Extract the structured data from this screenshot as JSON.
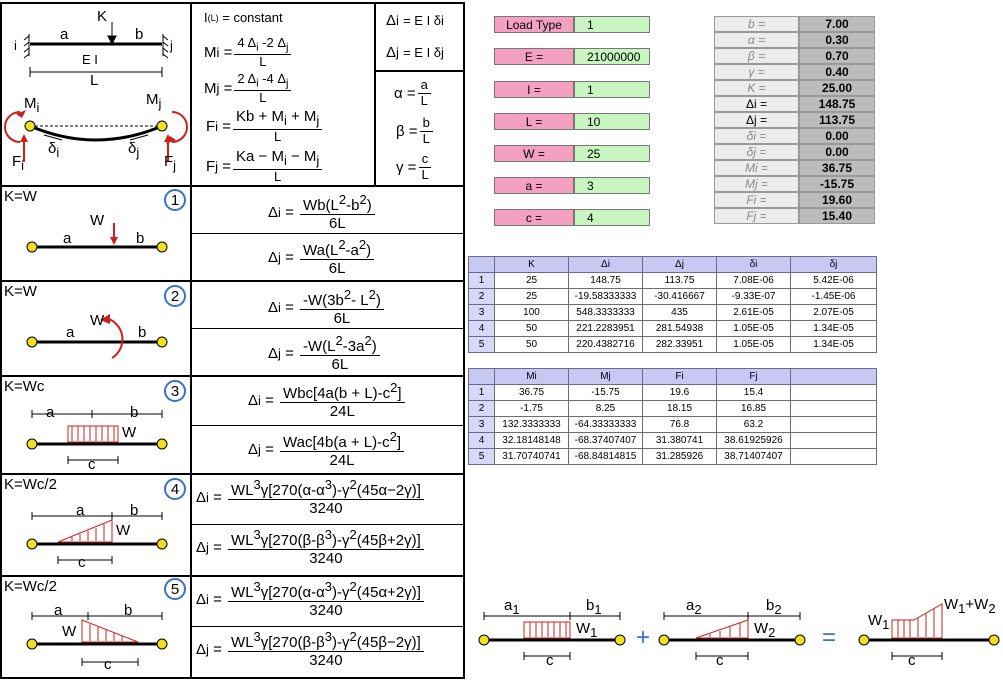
{
  "header": {
    "load_label": "K",
    "a": "a",
    "b": "b",
    "ei": "E I",
    "L": "L",
    "i": "i",
    "j": "j",
    "Mi": "M",
    "Mj": "M",
    "Fi": "F",
    "Fj": "F",
    "di": "δ",
    "dj": "δ",
    "sub_i": "i",
    "sub_j": "j"
  },
  "general": {
    "i_const": "I",
    "i_const_sub": "(L)",
    "i_const_rest": "= constant",
    "Mi_lhs": "M",
    "Mi_num": "4 Δ",
    "Mi_num2": " -2 Δ",
    "Mj_lhs": "M",
    "Mj_num": "2 Δ",
    "Mj_num2": " -4 Δ",
    "Fi_lhs": "F",
    "Fi_num": "Kb + M",
    "Fi_num2": " + M",
    "Fj_lhs": "F",
    "Fj_num": "Ka − M",
    "Fj_num2": " − M",
    "den_L": "L",
    "eq": "=",
    "sub_i": "i",
    "sub_j": "j",
    "di_eq": "Δ",
    "di_rhs": "= E I δ",
    "dj_eq": "Δ",
    "dj_rhs": "= E I δ",
    "alpha": "α =",
    "beta": "β =",
    "gamma": "γ =",
    "alpha_num": "a",
    "beta_num": "b",
    "gamma_num": "c"
  },
  "cases": [
    {
      "num": "1",
      "label": "K=W",
      "w": "W",
      "a": "a",
      "b": "b",
      "di_lhs": "Δ",
      "di_num": "Wb(L",
      "di_num2": "-b",
      "di_num3": ")",
      "di_den": "6L",
      "dj_lhs": "Δ",
      "dj_num": "Wa(L",
      "dj_num2": "-a",
      "dj_num3": ")",
      "dj_den": "6L"
    },
    {
      "num": "2",
      "label": "K=W",
      "w": "W",
      "a": "a",
      "b": "b",
      "di_lhs": "Δ",
      "di_num": "-W(3b",
      "di_num2": "- L",
      "di_num3": ")",
      "di_den": "6L",
      "dj_lhs": "Δ",
      "dj_num": "-W(L",
      "dj_num2": "-3a",
      "dj_num3": ")",
      "dj_den": "6L"
    },
    {
      "num": "3",
      "label": "K=Wc",
      "w": "W",
      "a": "a",
      "b": "b",
      "c": "c",
      "di_lhs": "Δ",
      "di_num": "Wbc[4a(b + L)-c",
      "di_num3": "]",
      "di_den": "24L",
      "dj_lhs": "Δ",
      "dj_num": "Wac[4b(a + L)-c",
      "dj_num3": "]",
      "dj_den": "24L"
    },
    {
      "num": "4",
      "label": "K=Wc/2",
      "w": "W",
      "a": "a",
      "b": "b",
      "c": "c",
      "di_lhs": "Δ",
      "di_num": "WL",
      "di_num2": "γ[270(α-α",
      "di_num3": ")-γ",
      "di_num4": "(45α−2γ)]",
      "di_den": "3240",
      "dj_lhs": "Δ",
      "dj_num": "WL",
      "dj_num2": "γ[270(β-β",
      "dj_num3": ")-γ",
      "dj_num4": "(45β+2γ)]",
      "dj_den": "3240"
    },
    {
      "num": "5",
      "label": "K=Wc/2",
      "w": "W",
      "a": "a",
      "b": "b",
      "c": "c",
      "di_lhs": "Δ",
      "di_num": "WL",
      "di_num2": "γ[270(α-α",
      "di_num3": ")-γ",
      "di_num4": "(45α+2γ)]",
      "di_den": "3240",
      "dj_lhs": "Δ",
      "dj_num": "WL",
      "dj_num2": "γ[270(β-β",
      "dj_num3": ")-γ",
      "dj_num4": "(45β−2γ)]",
      "dj_den": "3240"
    }
  ],
  "inputs": [
    {
      "label": "Load Type",
      "value": "1"
    },
    {
      "label": "E =",
      "value": "21000000"
    },
    {
      "label": "I =",
      "value": "1"
    },
    {
      "label": "L =",
      "value": "10"
    },
    {
      "label": "W =",
      "value": "25"
    },
    {
      "label": "a =",
      "value": "3"
    },
    {
      "label": "c =",
      "value": "4"
    }
  ],
  "results": [
    {
      "label": "b =",
      "value": "7.00",
      "plain": false
    },
    {
      "label": "α =",
      "value": "0.30",
      "plain": false
    },
    {
      "label": "β =",
      "value": "0.70",
      "plain": false
    },
    {
      "label": "γ =",
      "value": "0.40",
      "plain": false
    },
    {
      "label": "K =",
      "value": "25.00",
      "plain": false
    },
    {
      "label": "Δi =",
      "value": "148.75",
      "plain": true
    },
    {
      "label": "Δj =",
      "value": "113.75",
      "plain": true
    },
    {
      "label": "δi =",
      "value": "0.00",
      "plain": false
    },
    {
      "label": "δj =",
      "value": "0.00",
      "plain": false
    },
    {
      "label": "Mi =",
      "value": "36.75",
      "plain": false
    },
    {
      "label": "Mj =",
      "value": "-15.75",
      "plain": false
    },
    {
      "label": "Fi =",
      "value": "19.60",
      "plain": false
    },
    {
      "label": "Fj =",
      "value": "15.40",
      "plain": false
    }
  ],
  "table1": {
    "headers": [
      "",
      "K",
      "Δi",
      "Δj",
      "δi",
      "δj"
    ],
    "rows": [
      [
        "1",
        "25",
        "148.75",
        "113.75",
        "7.08E-06",
        "5.42E-06"
      ],
      [
        "2",
        "25",
        "-19.58333333",
        "-30.416667",
        "-9.33E-07",
        "-1.45E-06"
      ],
      [
        "3",
        "100",
        "548.3333333",
        "435",
        "2.61E-05",
        "2.07E-05"
      ],
      [
        "4",
        "50",
        "221.2283951",
        "281.54938",
        "1.05E-05",
        "1.34E-05"
      ],
      [
        "5",
        "50",
        "220.4382716",
        "282.33951",
        "1.05E-05",
        "1.34E-05"
      ]
    ]
  },
  "table2": {
    "headers": [
      "",
      "Mi",
      "Mj",
      "Fi",
      "Fj",
      ""
    ],
    "rows": [
      [
        "1",
        "36.75",
        "-15.75",
        "19.6",
        "15.4",
        ""
      ],
      [
        "2",
        "-1.75",
        "8.25",
        "18.15",
        "16.85",
        ""
      ],
      [
        "3",
        "132.3333333",
        "-64.33333333",
        "76.8",
        "63.2",
        ""
      ],
      [
        "4",
        "32.18148148",
        "-68.37407407",
        "31.380741",
        "38.61925926",
        ""
      ],
      [
        "5",
        "31.70740741",
        "-68.84814815",
        "31.285926",
        "38.71407407",
        ""
      ]
    ]
  },
  "superposition": {
    "a1": "a",
    "a1_sub": "1",
    "b1": "b",
    "b1_sub": "1",
    "w1": "W",
    "w1_sub": "1",
    "c1": "c",
    "plus": "+",
    "a2": "a",
    "a2_sub": "2",
    "b2": "b",
    "b2_sub": "2",
    "w2": "W",
    "w2_sub": "2",
    "c2": "c",
    "equals": "=",
    "w1r": "W",
    "w1r_sub": "1",
    "wsum": "W",
    "wsum_sub1": "1",
    "wsum_plus": "+W",
    "wsum_sub2": "2",
    "c3": "c"
  },
  "colors": {
    "accent_red": "#cc2020",
    "circle_blue": "#3a6fd0",
    "input_pink": "#f4a0c0",
    "input_green": "#c8f5c0",
    "node_yellow": "#f0e020"
  }
}
